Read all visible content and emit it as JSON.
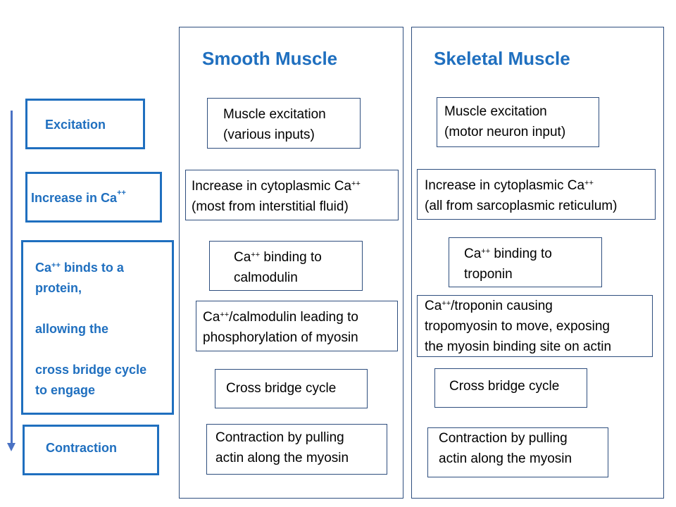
{
  "stages": {
    "excitation": "Excitation",
    "increase": {
      "prefix": "Increase in Ca",
      "sup": "++"
    },
    "binds": {
      "line1_prefix": "Ca",
      "line1_sup": "++",
      "line1_suffix": " binds to a",
      "line2": "protein,",
      "line3": "allowing the",
      "line4": "cross bridge cycle",
      "line5": "to engage"
    },
    "contraction": "Contraction"
  },
  "smooth": {
    "title": "Smooth Muscle",
    "step1": {
      "line1": "Muscle excitation",
      "line2": "(various inputs)"
    },
    "step2": {
      "line1_prefix": "Increase in cytoplasmic Ca",
      "line1_sup": "++",
      "line2": "(most from interstitial fluid)"
    },
    "step3": {
      "line1_prefix": "Ca",
      "line1_sup": "++",
      "line1_suffix": " binding to",
      "line2": "calmodulin"
    },
    "step4": {
      "line1_prefix": "Ca",
      "line1_sup": "++",
      "line1_suffix": "/calmodulin leading to",
      "line2": "phosphorylation of myosin"
    },
    "step5": {
      "line1": "Cross bridge cycle"
    },
    "step6": {
      "line1": "Contraction by pulling",
      "line2": "actin along the myosin"
    }
  },
  "skeletal": {
    "title": "Skeletal Muscle",
    "step1": {
      "line1": "Muscle excitation",
      "line2": "(motor neuron input)"
    },
    "step2": {
      "line1_prefix": "Increase in cytoplasmic Ca",
      "line1_sup": "++",
      "line2": "(all from sarcoplasmic reticulum)"
    },
    "step3": {
      "line1_prefix": "Ca",
      "line1_sup": "++",
      "line1_suffix": " binding to",
      "line2": "troponin"
    },
    "step4": {
      "line1_prefix": "Ca",
      "line1_sup": "++",
      "line1_suffix": "/troponin causing",
      "line2": "tropomyosin to move, exposing",
      "line3": "the myosin binding site on actin"
    },
    "step5": {
      "line1": "Cross bridge cycle"
    },
    "step6": {
      "line1": "Contraction by pulling",
      "line2": "actin along the myosin"
    }
  },
  "colors": {
    "accent": "#1f6fbf",
    "arrow": "#4a72c4",
    "border": "#2e4e7e"
  }
}
